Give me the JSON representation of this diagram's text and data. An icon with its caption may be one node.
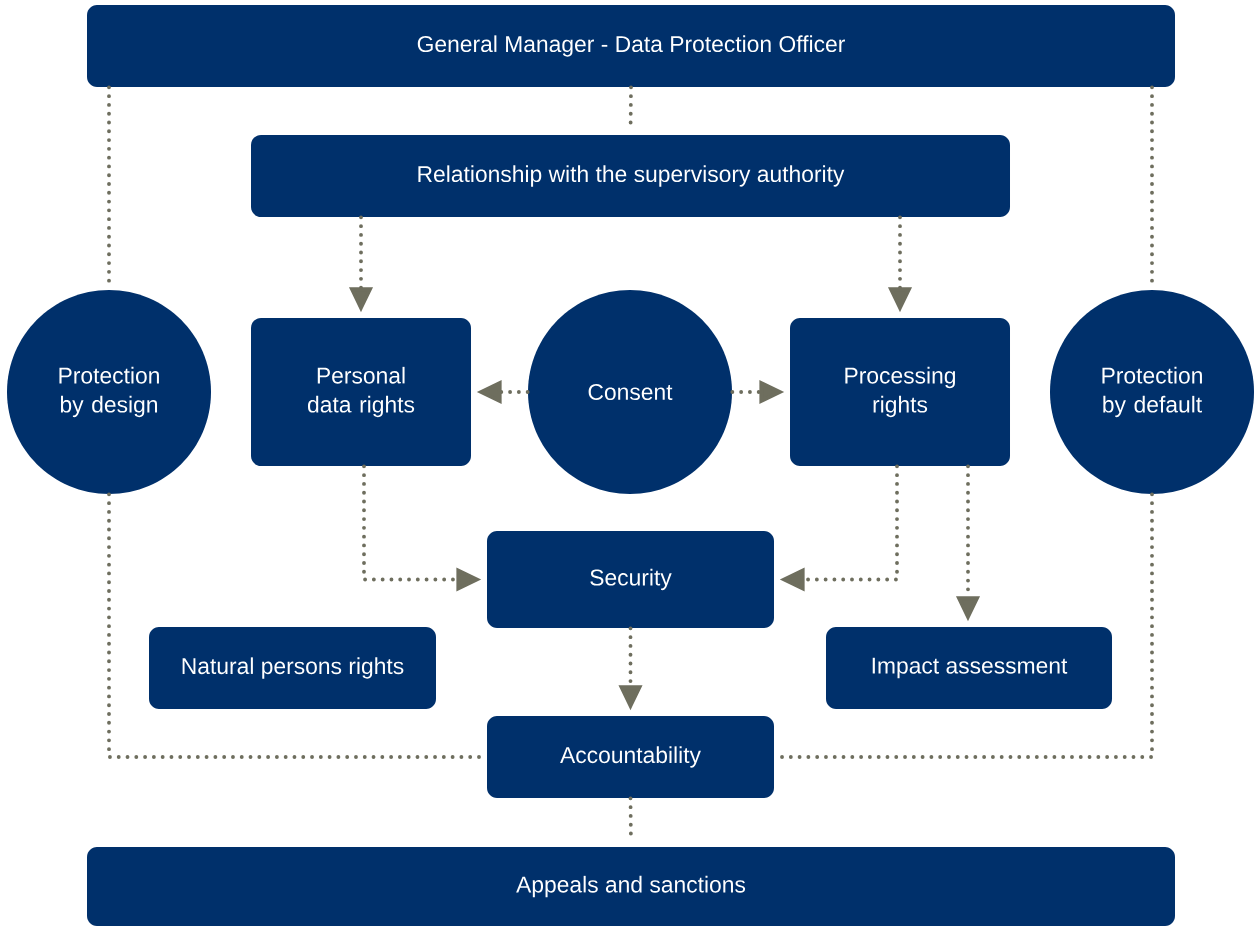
{
  "diagram": {
    "nodes": [
      {
        "text": [
          "General Manager - Data Protection Officer"
        ]
      },
      {
        "text": [
          "Relationship with the supervisory authority"
        ]
      },
      {
        "text": [
          "Protection by design"
        ]
      },
      {
        "text": [
          "Personal data rights"
        ]
      },
      {
        "text": [
          "Consent"
        ]
      },
      {
        "text": [
          "Processing rights"
        ]
      },
      {
        "text": [
          "Protection by default"
        ]
      },
      {
        "text": [
          "Security"
        ]
      },
      {
        "text": [
          "Natural persons rights"
        ]
      },
      {
        "text": [
          "Impact assessment"
        ]
      },
      {
        "text": [
          "Accountability"
        ]
      },
      {
        "text": [
          "Appeals and sanctions"
        ]
      }
    ],
    "edges": [
      {
        "from": 0,
        "to": 1,
        "arrow": "none"
      },
      {
        "from": 0,
        "to": 2,
        "arrow": "none"
      },
      {
        "from": 0,
        "to": 6,
        "arrow": "none"
      },
      {
        "from": 1,
        "to": 3,
        "arrow": "to"
      },
      {
        "from": 1,
        "to": 5,
        "arrow": "to"
      },
      {
        "from": 4,
        "to": 3,
        "arrow": "to"
      },
      {
        "from": 4,
        "to": 5,
        "arrow": "to"
      },
      {
        "from": 3,
        "to": 7,
        "arrow": "to"
      },
      {
        "from": 5,
        "to": 7,
        "arrow": "to"
      },
      {
        "from": 5,
        "to": 9,
        "arrow": "to"
      },
      {
        "from": 7,
        "to": 10,
        "arrow": "to"
      },
      {
        "from": 2,
        "to": 10,
        "arrow": "none"
      },
      {
        "from": 6,
        "to": 10,
        "arrow": "none"
      },
      {
        "from": 10,
        "to": 11,
        "arrow": "none"
      }
    ]
  }
}
